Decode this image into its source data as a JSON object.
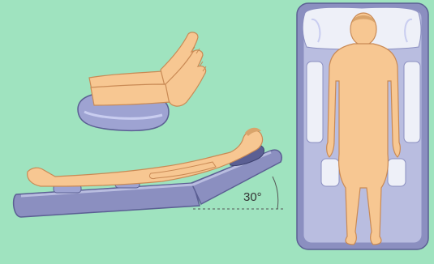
{
  "illustration": {
    "angle_label": "30°",
    "colors": {
      "background": "#9fe3bf",
      "skin": "#f7c792",
      "skin_outline": "#c98a55",
      "mattress": "#8b8fc0",
      "mattress_light": "#b9bde0",
      "mattress_outline": "#5b5f93",
      "pillow": "#eef0f8",
      "heel_pad": "#9ea3d2"
    },
    "elements": [
      "elevated-feet-on-heel-cushion",
      "side-view-patient-on-inclined-mattress",
      "top-view-patient-lying-on-mattress"
    ]
  }
}
